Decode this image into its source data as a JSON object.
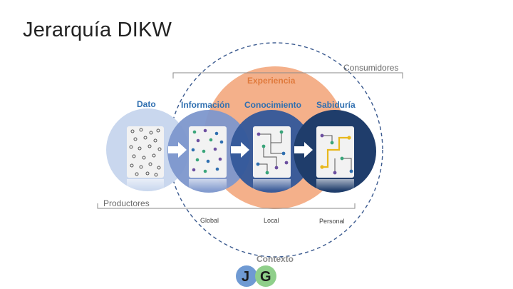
{
  "slide": {
    "title": "Jerarquía DIKW"
  },
  "diagram": {
    "labels": {
      "consumers": "Consumidores",
      "experience": "Experiencia",
      "data": "Dato",
      "information": "Información",
      "knowledge": "Conocimiento",
      "wisdom": "Sabiduría",
      "producers": "Productores",
      "global": "Global",
      "local": "Local",
      "personal": "Personal",
      "context": "Contexto"
    },
    "logo": {
      "left": "J",
      "right": "G"
    },
    "colors": {
      "data": "#c9d7ee",
      "information": "#7d97cc",
      "knowledge": "#34589a",
      "wisdom": "#1f3d6b",
      "experience": "#f4b08a",
      "orange_text": "#e07a3c",
      "blue_text": "#2f6fb0",
      "gray_text": "#6b6b6b",
      "logo_j": "#6f9ad3",
      "logo_g": "#8fcf8a"
    },
    "icons": [
      "arrow-right-icon",
      "scatter-dots-icon",
      "network-icon",
      "path-network-icon"
    ]
  }
}
